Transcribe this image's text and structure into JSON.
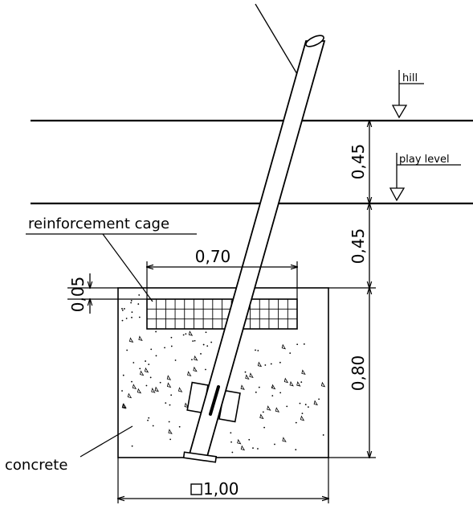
{
  "labels": {
    "hill": "hill",
    "play_level": "play level",
    "reinforcement_cage": "reinforcement cage",
    "concrete": "concrete"
  },
  "dimensions": {
    "top_gap": "0,45",
    "lower_gap": "0,45",
    "cage_width": "0,70",
    "cage_offset": "0,05",
    "foundation_depth": "0,80",
    "foundation_size": "1,00"
  },
  "colors": {
    "line": "#000000",
    "background": "#ffffff"
  }
}
